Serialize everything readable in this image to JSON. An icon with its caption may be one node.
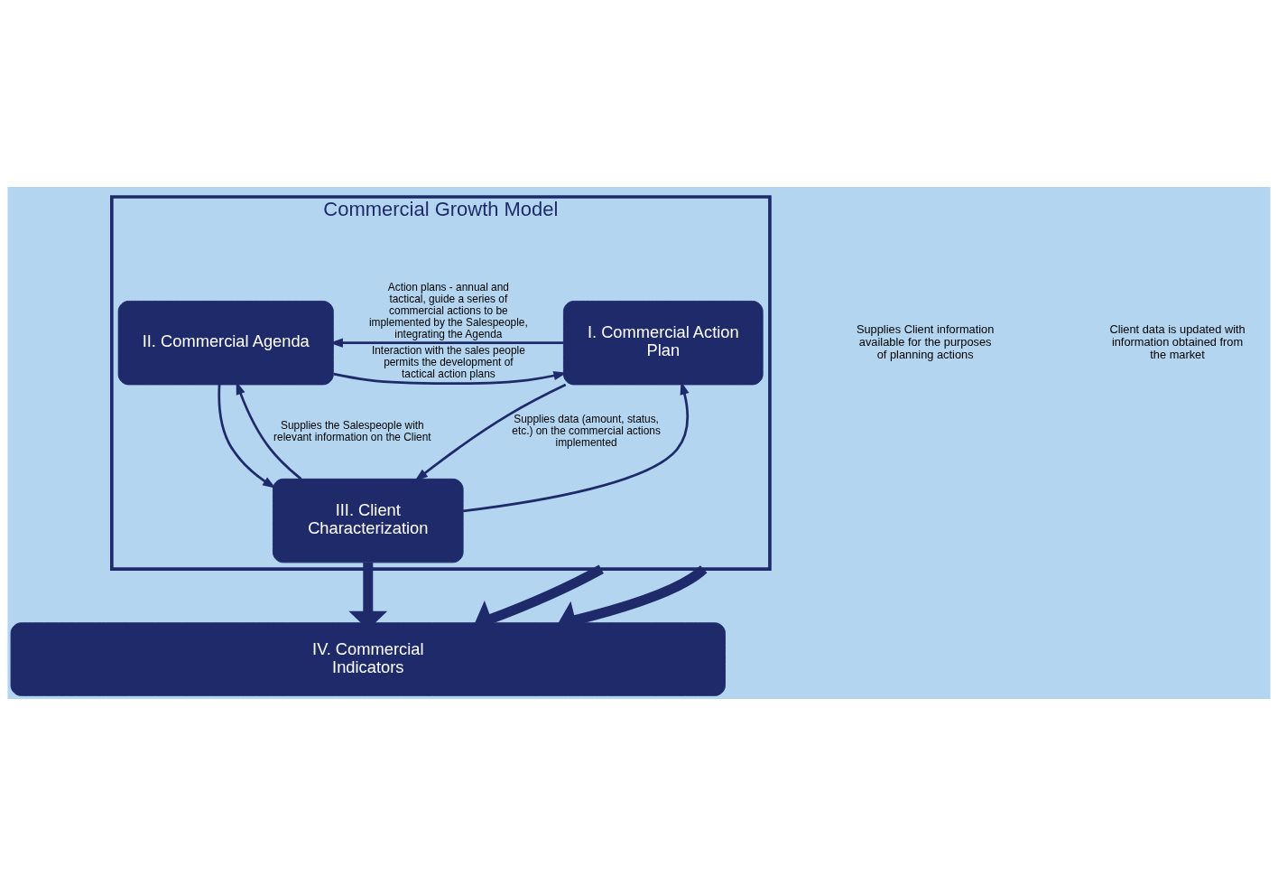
{
  "diagram": {
    "nodes": [
      {
        "text": [
          "Commercial Growth Model"
        ]
      },
      {
        "text": [
          "I. Commercial Action Plan"
        ],
        "in": 0
      },
      {
        "text": [
          "II. Commercial Agenda"
        ],
        "in": 0
      },
      {
        "text": [
          "III. Client Characterization"
        ],
        "in": 0
      },
      {
        "text": [
          "IV. Commercial Indicators"
        ]
      }
    ],
    "edges": [
      {
        "from": 1,
        "to": 2,
        "arrow": "to",
        "label": "Action plans - annual and tactical, guide a series of commercial actions to be implemented by the Salespeople, integrating the Agenda"
      },
      {
        "from": 2,
        "to": 1,
        "arrow": "to",
        "label": "Interaction with the sales people permits the development of tactical action plans"
      },
      {
        "from": 1,
        "to": 3,
        "arrow": "to",
        "label": "Supplies data (amount, status, etc.) on the commercial actions implemented"
      },
      {
        "from": 3,
        "to": 1,
        "arrow": "to"
      },
      {
        "from": 3,
        "to": 2,
        "arrow": "to",
        "label": "Supplies the Salespeople with relevant information on the Client"
      },
      {
        "from": 2,
        "to": 3,
        "arrow": "to"
      },
      {
        "from": 0,
        "to": 4,
        "arrow": "to",
        "style": "thick"
      },
      {
        "from": 3,
        "to": 4,
        "arrow": "to",
        "style": "thick"
      },
      {
        "from": 0,
        "to": 4,
        "arrow": "to",
        "style": "thick"
      }
    ],
    "labels": [
      "Supplies Client information available for the purposes of planning actions",
      "Client data is updated with information obtained from the market"
    ]
  }
}
